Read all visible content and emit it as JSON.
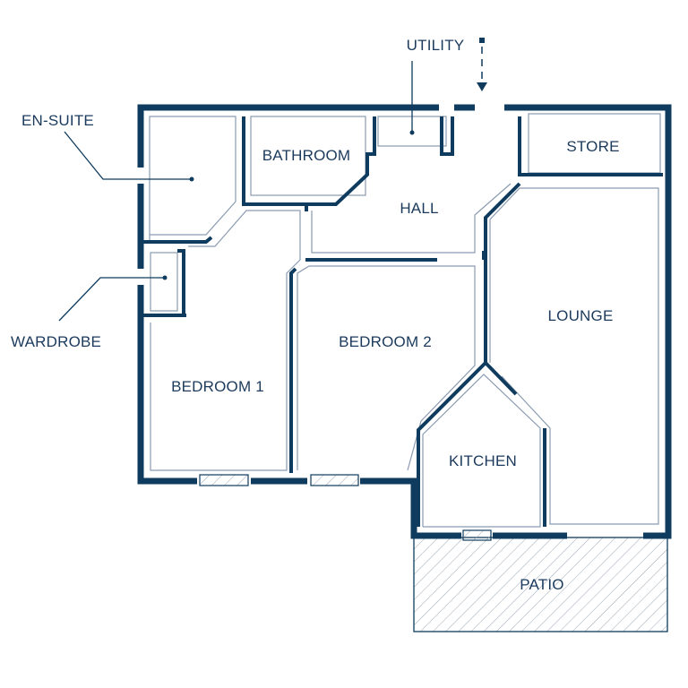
{
  "rooms": {
    "en_suite": "EN-SUITE",
    "wardrobe": "WARDROBE",
    "bathroom": "BATHROOM",
    "utility": "UTILITY",
    "store": "STORE",
    "hall": "HALL",
    "lounge": "LOUNGE",
    "bedroom_1": "BEDROOM 1",
    "bedroom_2": "BEDROOM 2",
    "kitchen": "KITCHEN",
    "patio": "PATIO"
  },
  "colors": {
    "wall": "#0e3b5e",
    "label": "#1b3a5c",
    "inner_line": "#8a9bb0",
    "hatch": "#9aa7b6"
  }
}
